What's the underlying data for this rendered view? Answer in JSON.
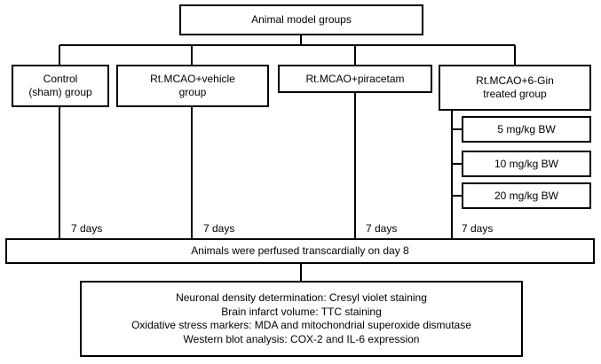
{
  "diagram": {
    "root": "Animal model groups",
    "groups": [
      "Control\n(sham) group",
      "Rt.MCAO+vehicle\ngroup",
      "Rt.MCAO+piracetam",
      "Rt.MCAO+6-Gin\ntreated group"
    ],
    "doses": [
      "5 mg/kg BW",
      "10 mg/kg BW",
      "20 mg/kg BW"
    ],
    "durations": [
      "7 days",
      "7 days",
      "7 days",
      "7 days"
    ],
    "perfusion": "Animals were perfused transcardially on day 8",
    "methods": [
      "Neuronal density determination: Cresyl violet staining",
      "Brain infarct volume: TTC staining",
      "Oxidative stress markers: MDA and mitochondrial superoxide dismutase",
      "Western blot analysis: COX-2 and IL-6 expression"
    ]
  }
}
